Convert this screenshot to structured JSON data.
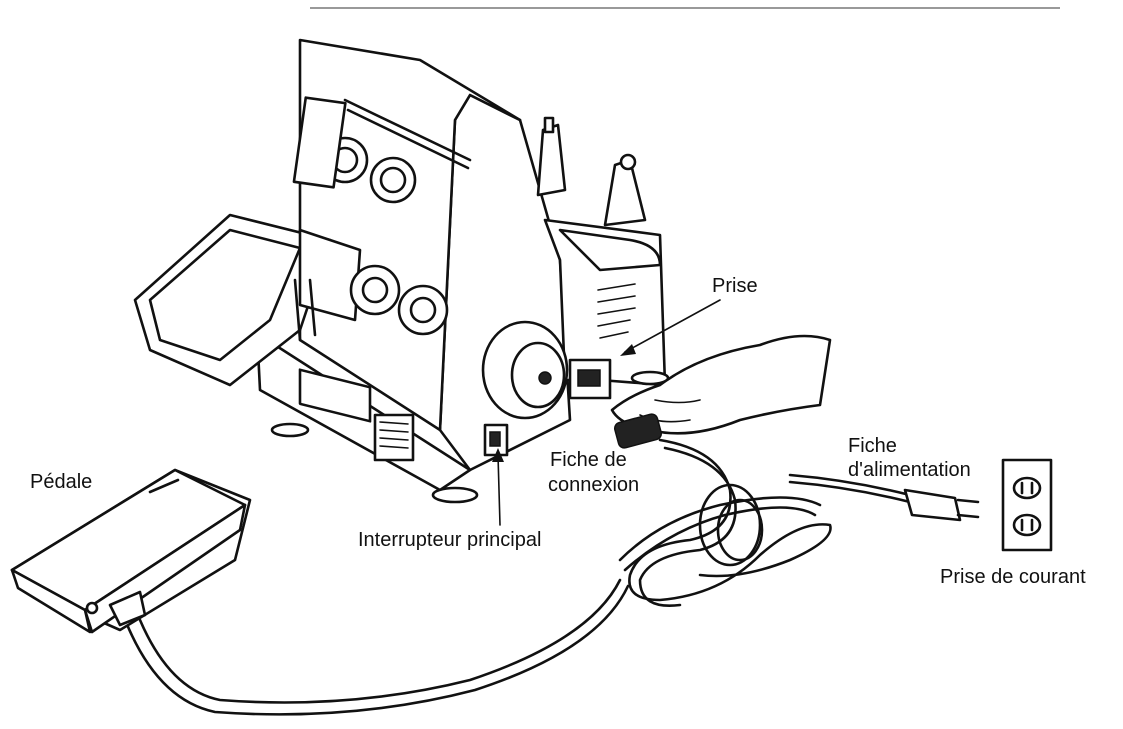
{
  "labels": {
    "prise": "Prise",
    "pedale": "Pédale",
    "fiche_connexion_line1": "Fiche de",
    "fiche_connexion_line2": "connexion",
    "fiche_alim_line1": "Fiche",
    "fiche_alim_line2": "d'alimentation",
    "interrupteur": "Interrupteur principal",
    "prise_courant": "Prise de courant"
  },
  "colors": {
    "ink": "#111111",
    "paper": "#ffffff"
  }
}
